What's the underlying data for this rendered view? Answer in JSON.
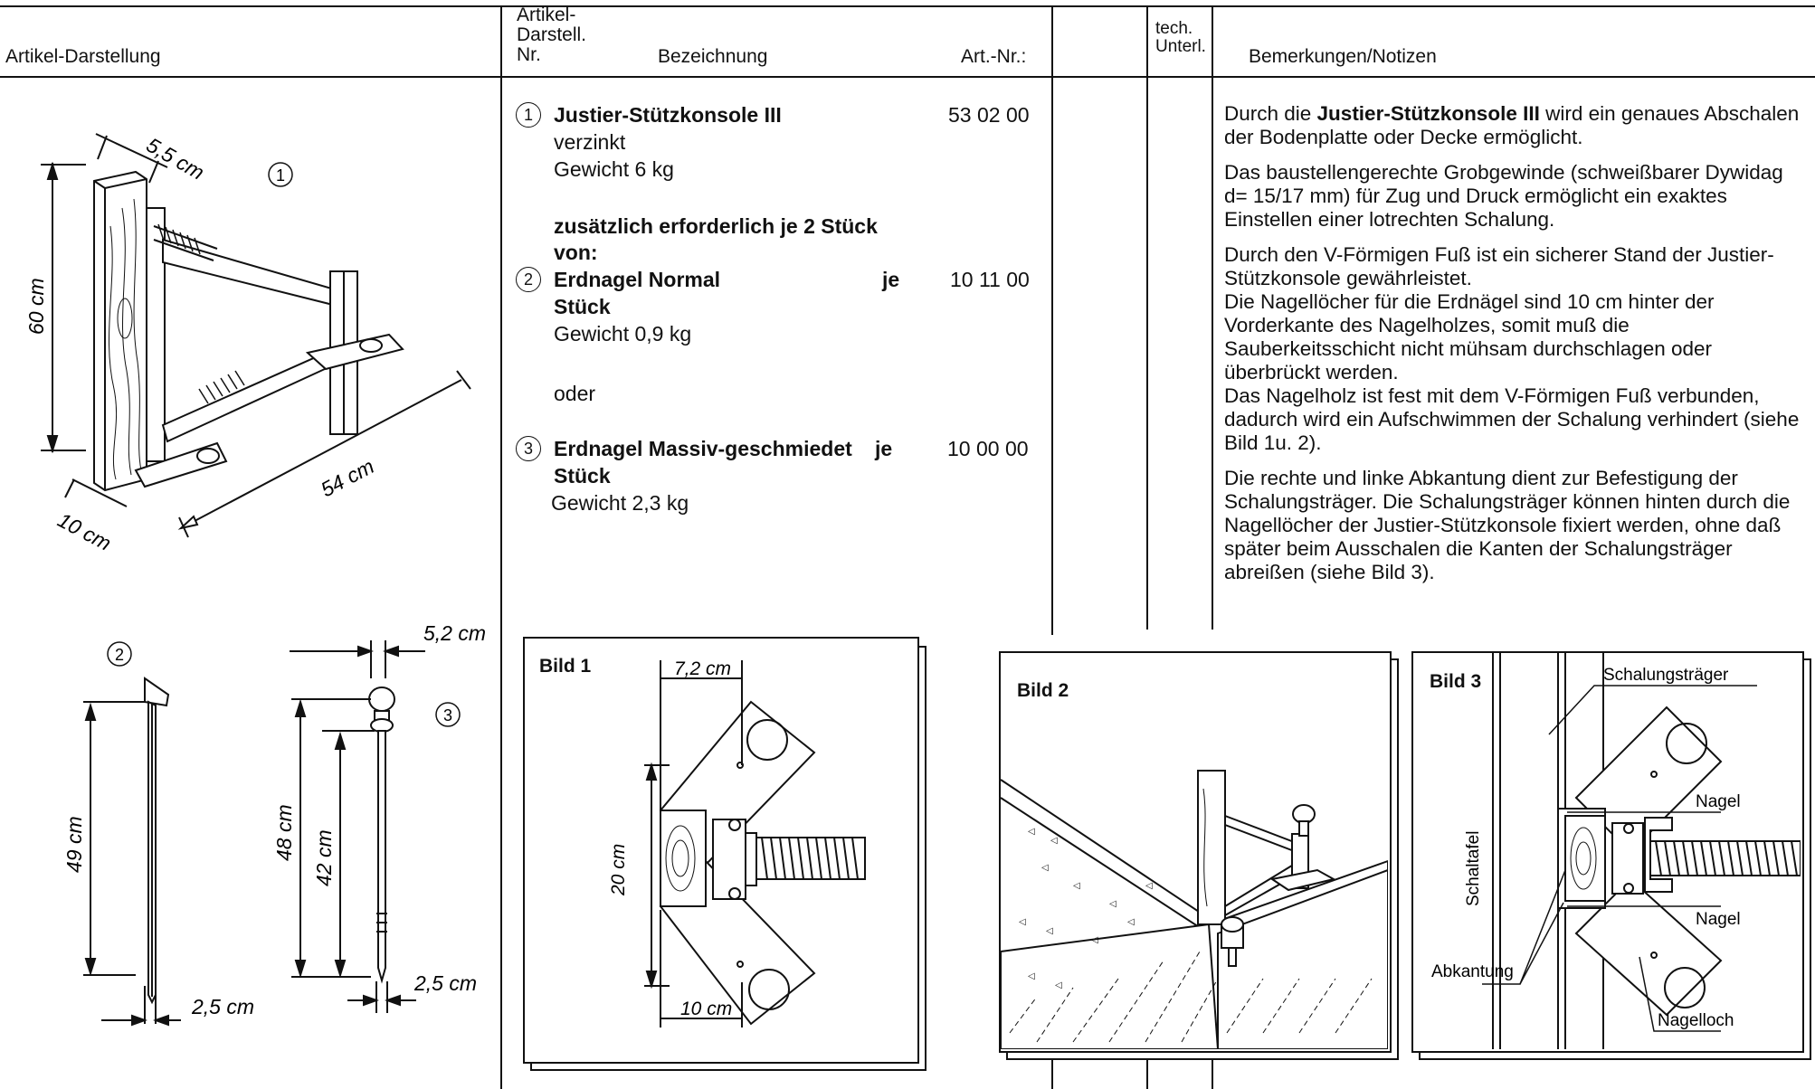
{
  "header": {
    "col_illustration": "Artikel-Darstellung",
    "col_nr_line1": "Artikel-",
    "col_nr_line2": "Darstell.",
    "col_nr_line3": "Nr.",
    "col_designation": "Bezeichnung",
    "col_artnr": "Art.-Nr.:",
    "col_tech_line1": "tech.",
    "col_tech_line2": "Unterl.",
    "col_notes": "Bemerkungen/Notizen"
  },
  "items": [
    {
      "num": "1",
      "name": "Justier-Stützkonsole III",
      "artnr": "53 02 00",
      "line2": "verzinkt",
      "weight": "Gewicht 6 kg"
    },
    {
      "num": "2",
      "name": "Erdnagel Normal",
      "je": "je",
      "artnr": "10 11 00",
      "unit": "Stück",
      "weight": "Gewicht 0,9 kg"
    },
    {
      "num": "3",
      "name": "Erdnagel Massiv-geschmiedet",
      "je": "je",
      "artnr": "10 00 00",
      "unit": "Stück",
      "weight": "Gewicht 2,3 kg"
    }
  ],
  "extra_line1": "zusätzlich erforderlich je 2 Stück",
  "extra_line2": "von:",
  "oder": "oder",
  "notes": {
    "p1_pre": "Durch die ",
    "p1_bold": "Justier-Stützkonsole III",
    "p1_post": " wird ein genaues Abschalen der Bodenplatte oder Decke ermöglicht.",
    "p2": "Das baustellengerechte Grobgewinde (schweißbarer Dywidag d= 15/17 mm) für Zug und Druck ermöglicht ein exaktes Einstellen einer lotrechten Schalung.",
    "p3": "Durch den V-Förmigen Fuß ist ein sicherer Stand der Justier-Stützkonsole gewährleistet.",
    "p4": "Die Nagellöcher für die Erdnägel sind 10 cm hinter der Vorderkante des Nagelholzes, somit muß die Sauberkeitsschicht nicht mühsam durchschlagen oder überbrückt werden.",
    "p5": "Das Nagelholz ist fest mit dem V-Förmigen Fuß verbunden, dadurch wird ein Aufschwimmen der Schalung verhindert (siehe Bild 1u. 2).",
    "p6": "Die rechte und linke Abkantung dient zur Befestigung der Schalungsträger. Die Schalungsträger können hinten durch die Nagellöcher der Justier-Stützkonsole fixiert werden, ohne daß später beim Ausschalen die Kanten der Schalungsträger abreißen (siehe Bild 3)."
  },
  "drawing1": {
    "num": "1",
    "dim_width": "5,5 cm",
    "dim_height": "60 cm",
    "dim_length": "54 cm",
    "dim_depth": "10 cm"
  },
  "drawing2": {
    "num": "2",
    "dim_length": "49 cm",
    "dim_width": "2,5 cm"
  },
  "drawing3": {
    "num": "3",
    "dim_head": "5,2 cm",
    "dim_total": "48 cm",
    "dim_shaft": "42 cm",
    "dim_tip": "2,5 cm"
  },
  "bild1": {
    "title": "Bild 1",
    "dim_top": "7,2 cm",
    "dim_height": "20 cm",
    "dim_bottom": "10 cm"
  },
  "bild2": {
    "title": "Bild 2"
  },
  "bild3": {
    "title": "Bild 3",
    "label_traeger": "Schalungsträger",
    "label_nagel1": "Nagel",
    "label_nagel2": "Nagel",
    "label_schaltafel": "Schaltafel",
    "label_abkantung": "Abkantung",
    "label_nagelloch": "Nagelloch"
  }
}
